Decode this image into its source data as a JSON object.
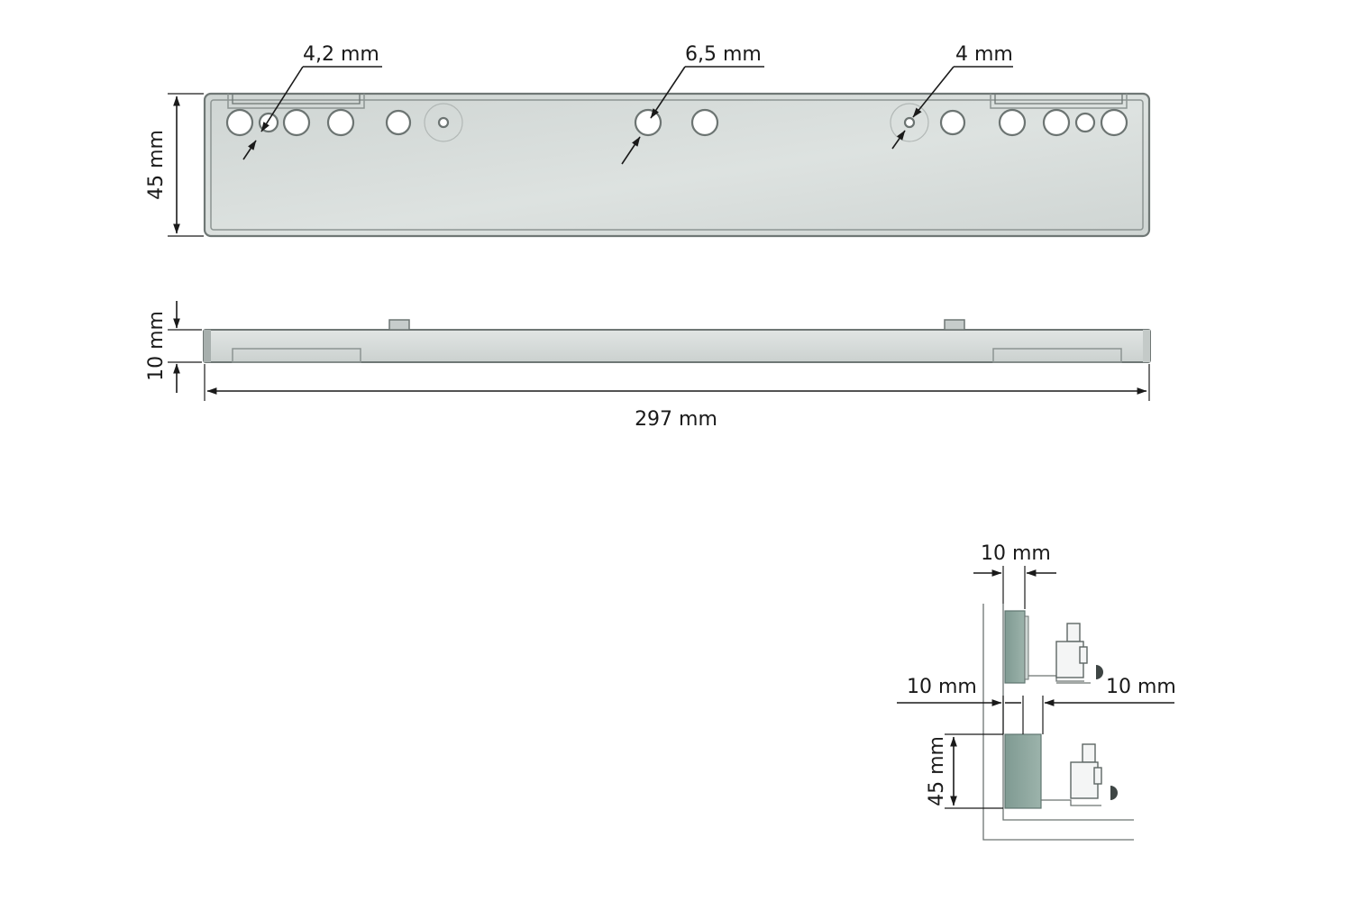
{
  "top_view": {
    "hole_small_label": "4,2 mm",
    "hole_medium_label": "6,5 mm",
    "hole_center_label": "4 mm",
    "height_label": "45 mm"
  },
  "side_view": {
    "thickness_label": "10 mm",
    "length_label": "297 mm"
  },
  "install_view": {
    "top_gap_label": "10 mm",
    "left_gap_label": "10 mm",
    "right_gap_label": "10 mm",
    "height_label": "45 mm"
  },
  "colors": {
    "plate_fill": "#d7dddb",
    "plate_edge": "#6f7775",
    "panel_teal": "#8fa8a0",
    "dimension_ink": "#1a1a1a"
  }
}
